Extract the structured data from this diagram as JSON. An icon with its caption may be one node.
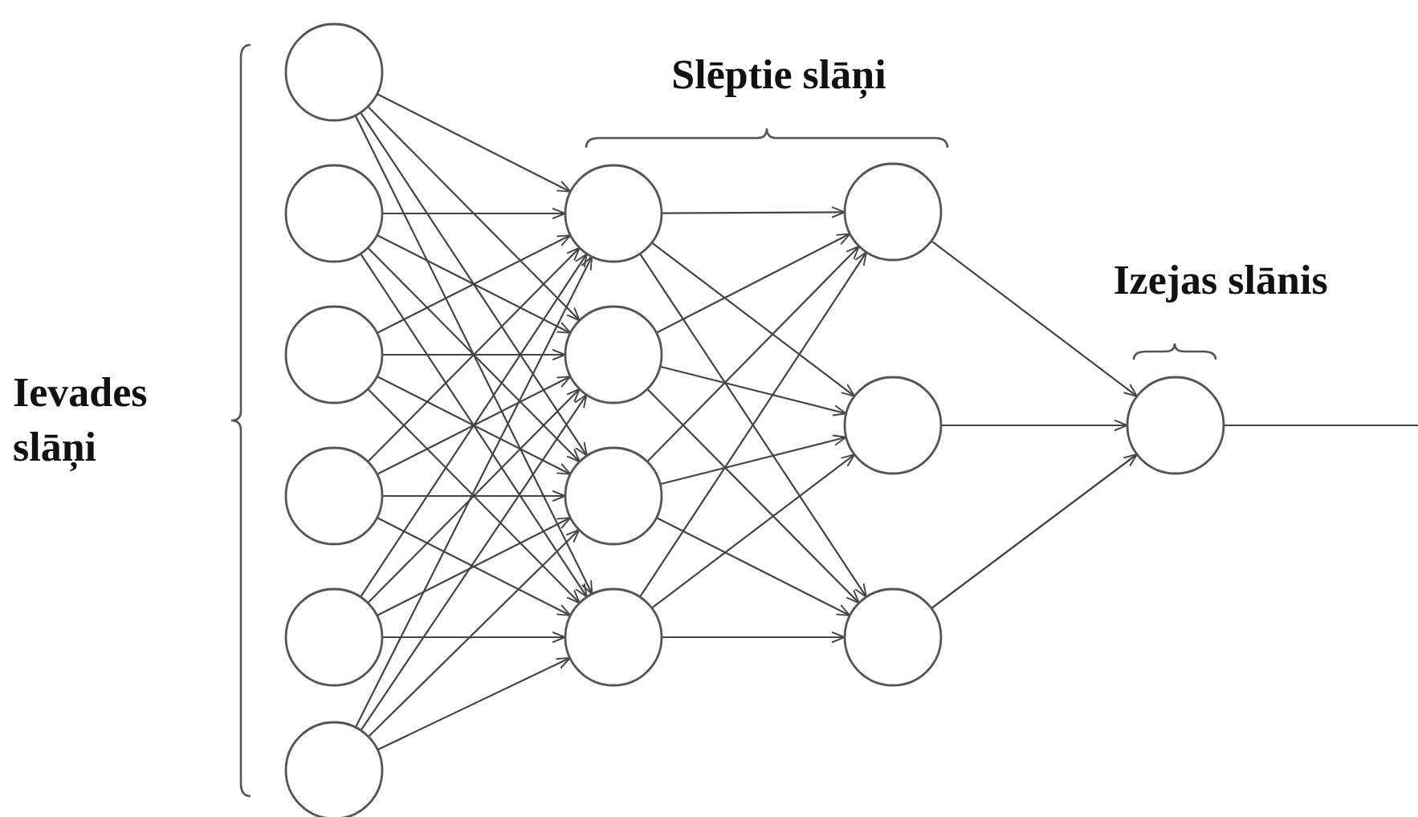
{
  "diagram": {
    "nodes": [
      {
        "text": [],
        "shape": "circle"
      },
      {
        "text": [],
        "shape": "circle"
      },
      {
        "text": [],
        "shape": "circle"
      },
      {
        "text": [],
        "shape": "circle"
      },
      {
        "text": [],
        "shape": "circle"
      },
      {
        "text": [],
        "shape": "circle"
      },
      {
        "text": [],
        "shape": "circle"
      },
      {
        "text": [],
        "shape": "circle"
      },
      {
        "text": [],
        "shape": "circle"
      },
      {
        "text": [],
        "shape": "circle"
      },
      {
        "text": [],
        "shape": "circle"
      },
      {
        "text": [],
        "shape": "circle"
      },
      {
        "text": [],
        "shape": "circle"
      },
      {
        "text": [],
        "shape": "circle"
      }
    ],
    "edges": [
      {
        "from": 0,
        "to": 6,
        "arrow": "to"
      },
      {
        "from": 0,
        "to": 7,
        "arrow": "to"
      },
      {
        "from": 0,
        "to": 8,
        "arrow": "to"
      },
      {
        "from": 0,
        "to": 9,
        "arrow": "to"
      },
      {
        "from": 1,
        "to": 6,
        "arrow": "to"
      },
      {
        "from": 1,
        "to": 7,
        "arrow": "to"
      },
      {
        "from": 1,
        "to": 8,
        "arrow": "to"
      },
      {
        "from": 1,
        "to": 9,
        "arrow": "to"
      },
      {
        "from": 2,
        "to": 6,
        "arrow": "to"
      },
      {
        "from": 2,
        "to": 7,
        "arrow": "to"
      },
      {
        "from": 2,
        "to": 8,
        "arrow": "to"
      },
      {
        "from": 2,
        "to": 9,
        "arrow": "to"
      },
      {
        "from": 3,
        "to": 6,
        "arrow": "to"
      },
      {
        "from": 3,
        "to": 7,
        "arrow": "to"
      },
      {
        "from": 3,
        "to": 8,
        "arrow": "to"
      },
      {
        "from": 3,
        "to": 9,
        "arrow": "to"
      },
      {
        "from": 4,
        "to": 6,
        "arrow": "to"
      },
      {
        "from": 4,
        "to": 7,
        "arrow": "to"
      },
      {
        "from": 4,
        "to": 8,
        "arrow": "to"
      },
      {
        "from": 4,
        "to": 9,
        "arrow": "to"
      },
      {
        "from": 5,
        "to": 6,
        "arrow": "to"
      },
      {
        "from": 5,
        "to": 7,
        "arrow": "to"
      },
      {
        "from": 5,
        "to": 8,
        "arrow": "to"
      },
      {
        "from": 5,
        "to": 9,
        "arrow": "to"
      },
      {
        "from": 6,
        "to": 10,
        "arrow": "to"
      },
      {
        "from": 6,
        "to": 11,
        "arrow": "to"
      },
      {
        "from": 6,
        "to": 12,
        "arrow": "to"
      },
      {
        "from": 7,
        "to": 10,
        "arrow": "to"
      },
      {
        "from": 7,
        "to": 11,
        "arrow": "to"
      },
      {
        "from": 7,
        "to": 12,
        "arrow": "to"
      },
      {
        "from": 8,
        "to": 10,
        "arrow": "to"
      },
      {
        "from": 8,
        "to": 11,
        "arrow": "to"
      },
      {
        "from": 8,
        "to": 12,
        "arrow": "to"
      },
      {
        "from": 9,
        "to": 10,
        "arrow": "to"
      },
      {
        "from": 9,
        "to": 11,
        "arrow": "to"
      },
      {
        "from": 9,
        "to": 12,
        "arrow": "to"
      },
      {
        "from": 10,
        "to": 13,
        "arrow": "to"
      },
      {
        "from": 11,
        "to": 13,
        "arrow": "to"
      },
      {
        "from": 12,
        "to": 13,
        "arrow": "to"
      },
      {
        "from": 13,
        "to": null,
        "arrow": "none"
      }
    ],
    "labels": [
      "Slēptie slāņi",
      "Izejas slānis",
      "Ievades slāņi"
    ]
  }
}
